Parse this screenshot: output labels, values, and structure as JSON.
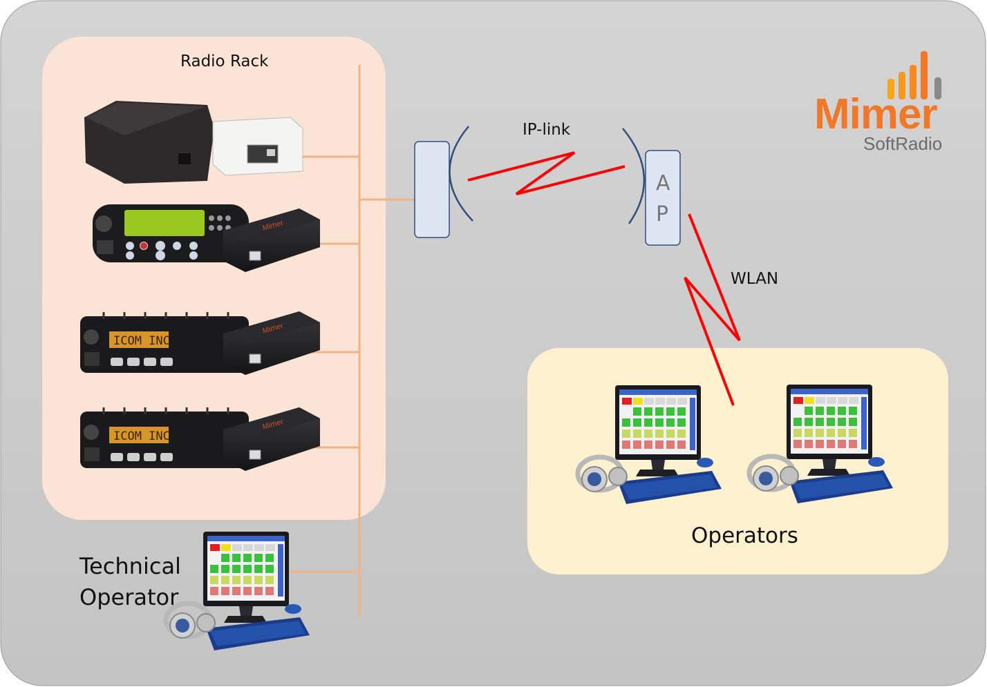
{
  "diagram": {
    "radio_rack": {
      "title": "Radio Rack",
      "radio_count": 4
    },
    "links": {
      "ip_link_label": "IP-link",
      "wlan_label": "WLAN"
    },
    "access_point": {
      "letters": [
        "A",
        "P"
      ]
    },
    "operators": {
      "title": "Operators",
      "workstation_count": 2
    },
    "technical_operator": {
      "line1": "Technical",
      "line2": "Operator"
    }
  },
  "logo": {
    "word": "Mimer",
    "sub": "SoftRadio"
  },
  "colors": {
    "background": "#cdcdcd",
    "rack_panel": "#fbe4d5",
    "operators_panel": "#fdf1d0",
    "bus_line": "#f4b183",
    "radio_link": "#ff0000",
    "antenna_arc": "#2f4f7f",
    "logo_orange": "#f07828",
    "logo_grey": "#8a8a8a"
  }
}
